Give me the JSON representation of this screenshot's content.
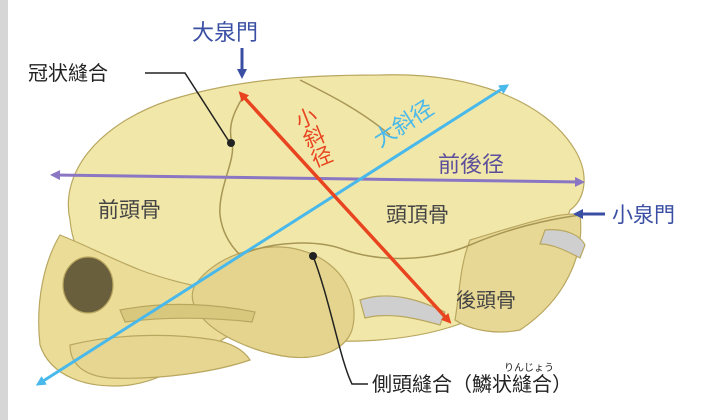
{
  "labels": {
    "large_fontanelle": "大泉門",
    "coronal_suture": "冠状縫合",
    "small_oblique": "小斜径",
    "large_oblique": "大斜径",
    "fronto_occipital": "前後径",
    "frontal_bone": "前頭骨",
    "parietal_bone": "頭頂骨",
    "small_fontanelle": "小泉門",
    "occipital_bone": "後頭骨",
    "lambdoid_suture": "側頭縫合",
    "squamous_suture": "（鱗状縫合）",
    "ruby": "りんじょう"
  },
  "colors": {
    "small_oblique": "#e8441f",
    "large_oblique": "#49b8ea",
    "fronto_occipital": "#8a76c2",
    "fontanelle_arrow": "#3a4fa3",
    "bone": "#f1e7a9",
    "bone_shadow": "#d8c87e",
    "label_blue": "#3a4fa3",
    "label_purple": "#5c4e9a",
    "text_dark": "#222222"
  }
}
